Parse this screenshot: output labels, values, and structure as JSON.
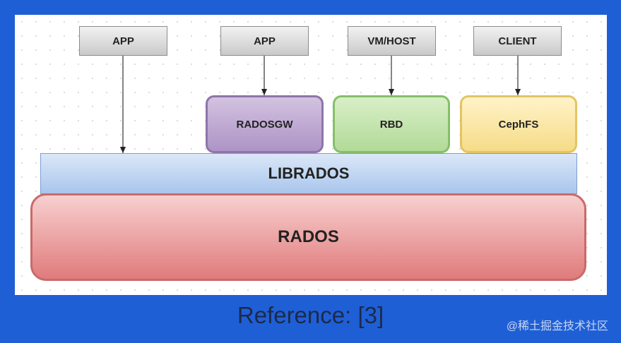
{
  "diagram": {
    "clients": [
      {
        "id": "app-1",
        "label": "APP"
      },
      {
        "id": "app-2",
        "label": "APP"
      },
      {
        "id": "vm-host",
        "label": "VM/HOST"
      },
      {
        "id": "client",
        "label": "CLIENT"
      }
    ],
    "services": [
      {
        "id": "radosgw",
        "label": "RADOSGW"
      },
      {
        "id": "rbd",
        "label": "RBD"
      },
      {
        "id": "cephfs",
        "label": "CephFS"
      }
    ],
    "librados": {
      "label": "LIBRADOS"
    },
    "rados": {
      "label": "RADOS"
    },
    "edges": [
      {
        "from": "APP",
        "to": "LIBRADOS"
      },
      {
        "from": "APP",
        "to": "RADOSGW"
      },
      {
        "from": "VM/HOST",
        "to": "RBD"
      },
      {
        "from": "CLIENT",
        "to": "CephFS"
      }
    ]
  },
  "caption": "Reference: [3]",
  "watermark": "@稀土掘金技术社区",
  "colors": {
    "frame": "#1f5fd6",
    "radosgw": "#ad94c6",
    "rbd": "#b2da98",
    "cephfs": "#f6dc88",
    "librados": "#a9c6ec",
    "rados": "#e07b7b"
  }
}
